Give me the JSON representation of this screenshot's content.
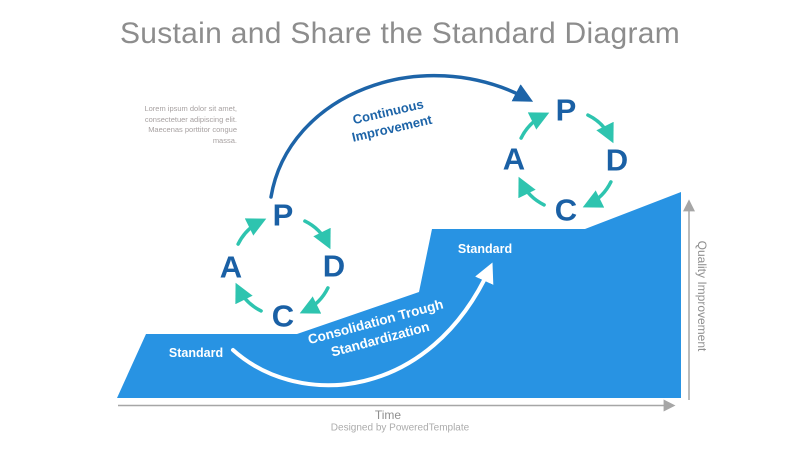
{
  "title": "Sustain and Share the Standard Diagram",
  "description_lines": [
    "Lorem ipsum dolor sit amet,",
    "consectetuer adipiscing elit.",
    "Maecenas porttitor congue",
    "massa."
  ],
  "cycles": [
    {
      "name": "pdca-cycle-1",
      "letters": {
        "plan": "P",
        "do": "D",
        "check": "C",
        "act": "A"
      }
    },
    {
      "name": "pdca-cycle-2",
      "letters": {
        "plan": "P",
        "do": "D",
        "check": "C",
        "act": "A"
      }
    }
  ],
  "labels": {
    "continuous_improvement": [
      "Continuous",
      "Improvement"
    ],
    "consolidation": [
      "Consolidation Trough",
      "Standardization"
    ],
    "standard_step1": "Standard",
    "standard_step2": "Standard",
    "x_axis": "Time",
    "y_axis": "Quality Improvement",
    "credit": "Designed by PoweredTemplate"
  },
  "colors": {
    "stairs_blue": "#2893e3",
    "letter_blue": "#1a60a5",
    "arrow_blue": "#1d64a8",
    "teal": "#2ec4af",
    "title_gray": "#8d8d8d",
    "axis_gray": "#a6a6a6",
    "white": "#ffffff"
  }
}
